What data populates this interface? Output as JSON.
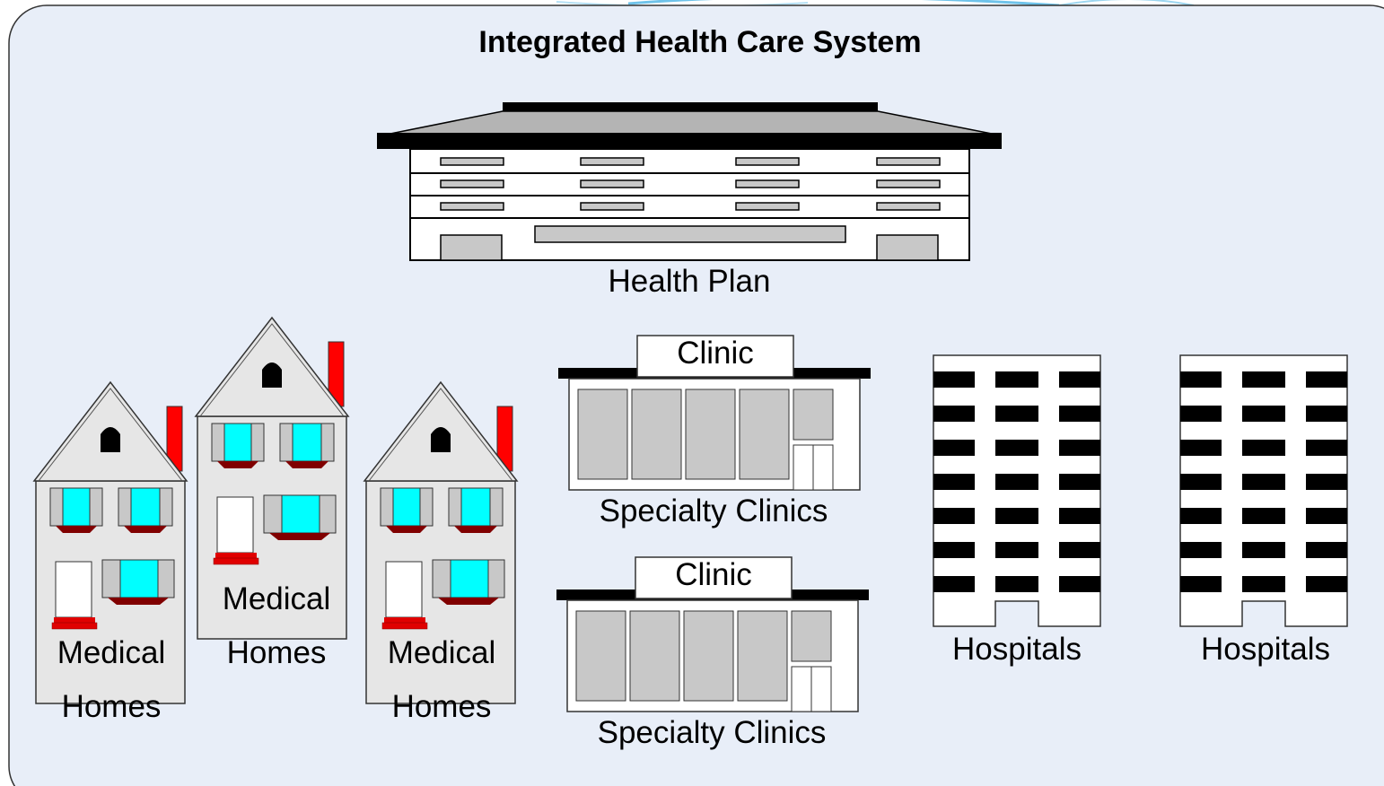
{
  "diagram": {
    "title": "Integrated Health Care System",
    "health_plan": {
      "label": "Health Plan"
    },
    "medical_homes": [
      {
        "line1": "Medical",
        "line2": "Homes"
      },
      {
        "line1": "Medical",
        "line2": "Homes"
      },
      {
        "line1": "Medical",
        "line2": "Homes"
      }
    ],
    "clinics": [
      {
        "sign": "Clinic",
        "label": "Specialty Clinics"
      },
      {
        "sign": "Clinic",
        "label": "Specialty Clinics"
      }
    ],
    "hospitals": [
      {
        "label": "Hospitals"
      },
      {
        "label": "Hospitals"
      }
    ]
  },
  "colors": {
    "panel_fill": "#e8eef8",
    "panel_stroke": "#333333",
    "accent_arc": "#6fc3ea",
    "building_gray": "#c8c8c8",
    "house_wall": "#e6e6e6",
    "window_cyan": "#00ffff",
    "chimney_red": "#ff0000",
    "sill_maroon": "#800000"
  }
}
